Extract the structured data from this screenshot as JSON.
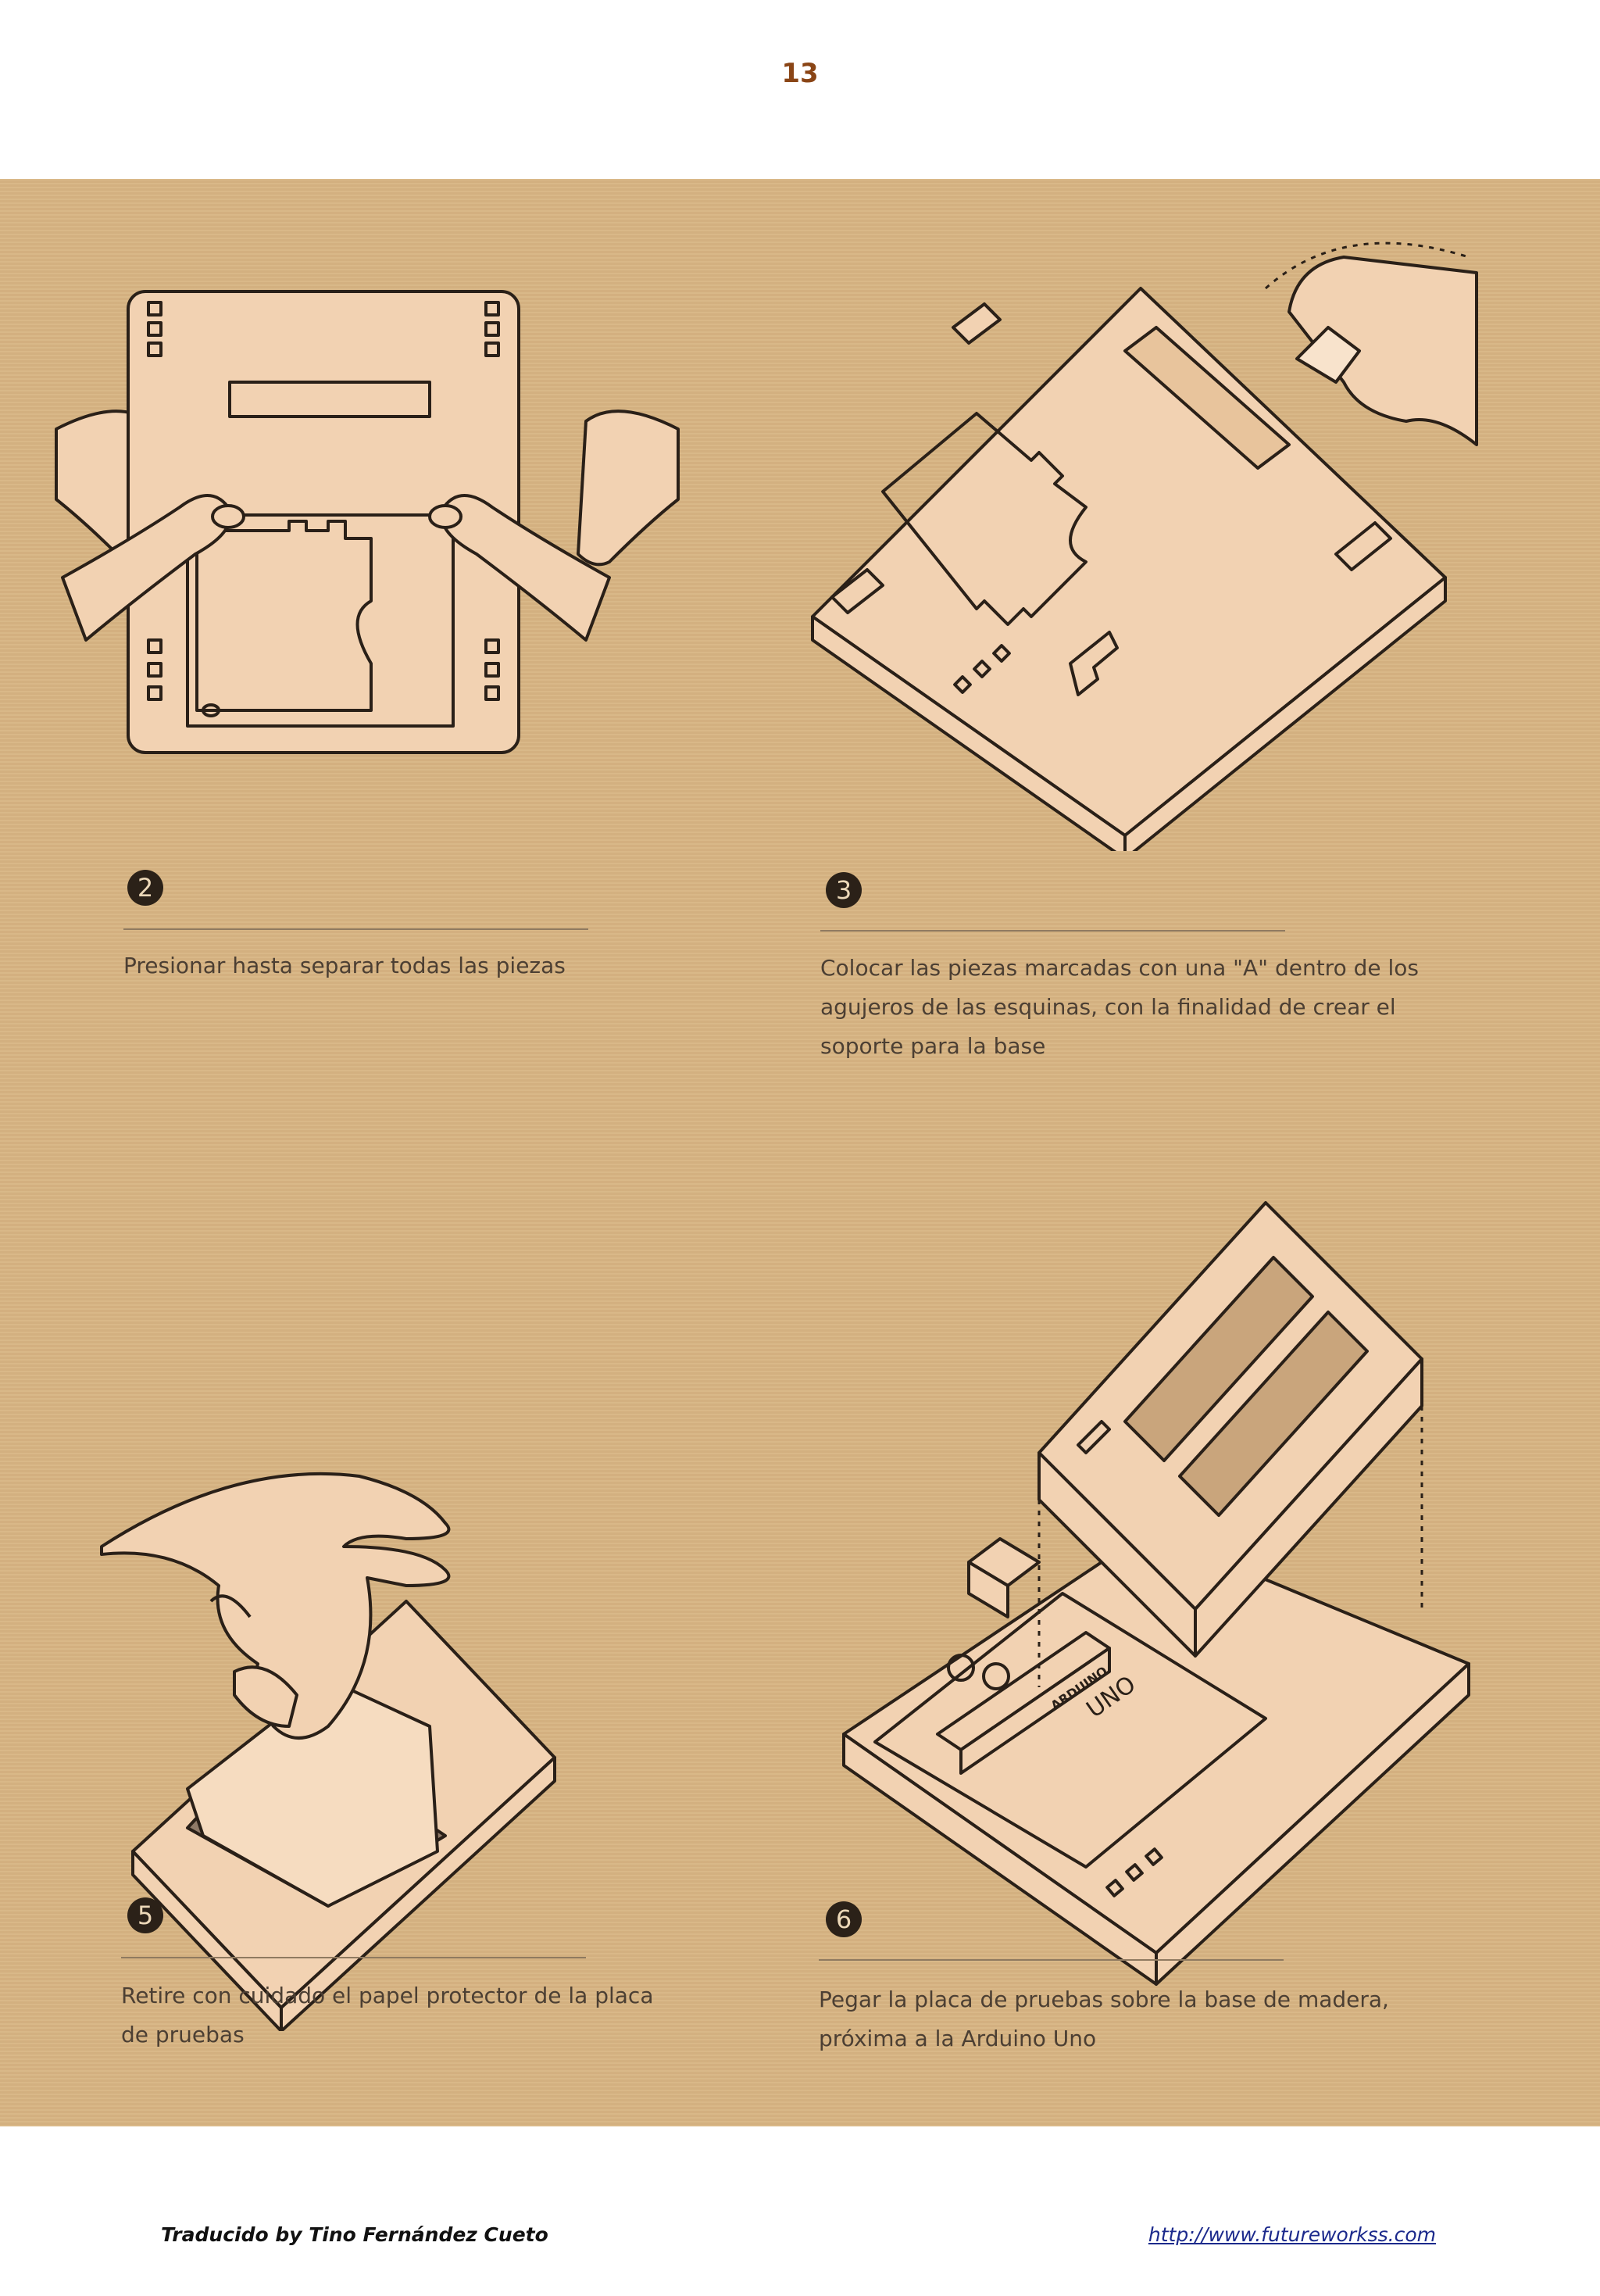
{
  "page": {
    "number": "13"
  },
  "steps": [
    {
      "number": "2",
      "caption_lines": [
        "Presionar hasta separar todas las piezas"
      ]
    },
    {
      "number": "3",
      "caption_lines": [
        "Colocar las piezas marcadas con una \"A\" dentro de los",
        "agujeros de las esquinas, con la finalidad de crear el",
        "soporte para la base"
      ]
    },
    {
      "number": "5",
      "caption_lines": [
        "Retire con cuidado el papel protector de la placa",
        "de pruebas"
      ]
    },
    {
      "number": "6",
      "caption_lines": [
        "Pegar la placa de pruebas sobre la base de madera,",
        "próxima a la Arduino Uno"
      ]
    }
  ],
  "illustration_labels": {
    "arduino_brand": "ARDUINO",
    "arduino_model": "UNO"
  },
  "footer": {
    "credit": "Traducido by Tino Fernández Cueto",
    "url": "http://www.futureworkss.com"
  }
}
